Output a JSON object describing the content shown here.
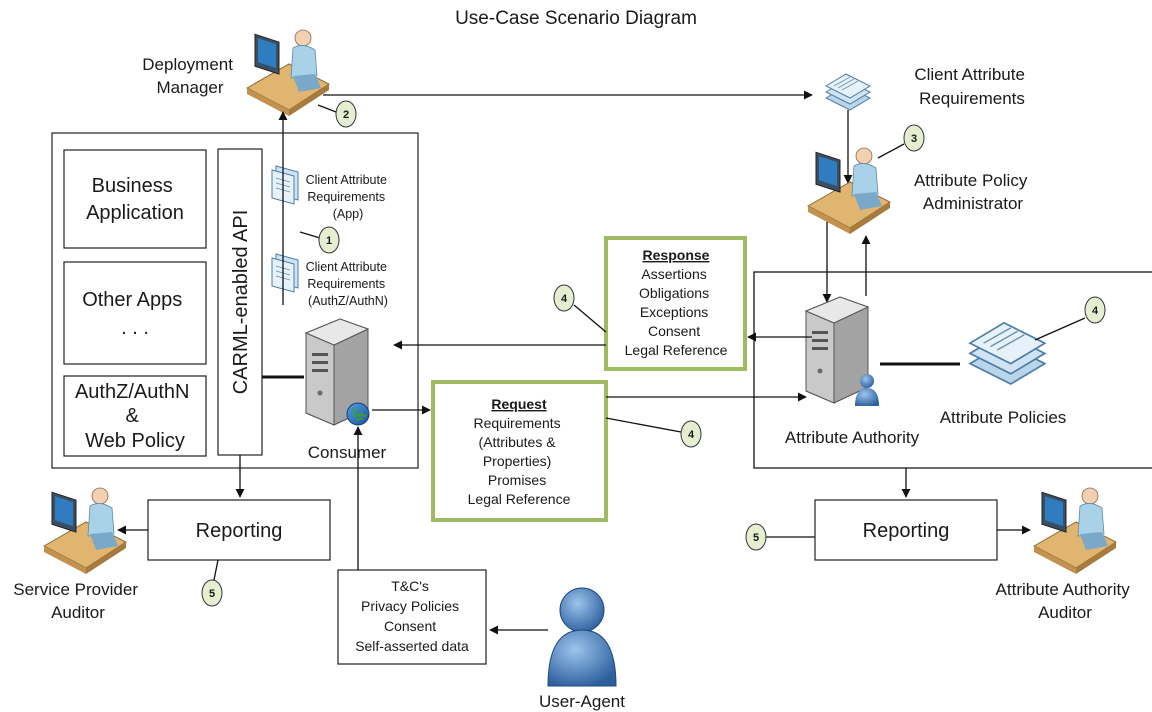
{
  "title": "Use-Case Scenario Diagram",
  "actors": {
    "deployment_manager": [
      "Deployment",
      "Manager"
    ],
    "attribute_policy_administrator": [
      "Attribute Policy",
      "Administrator"
    ],
    "service_provider_auditor": [
      "Service Provider",
      "Auditor"
    ],
    "attribute_authority_auditor": [
      "Attribute Authority",
      "Auditor"
    ],
    "user_agent": "User-Agent"
  },
  "client_attribute_requirements": [
    "Client Attribute",
    "Requirements"
  ],
  "consumer_box": {
    "business_application": [
      "Business",
      "Application"
    ],
    "other_apps": [
      "Other Apps",
      ". . ."
    ],
    "authz_web_policy": [
      "AuthZ/AuthN",
      "&",
      "Web Policy"
    ],
    "carml_api": "CARML-enabled API",
    "doc_app": [
      "Client Attribute",
      "Requirements",
      "(App)"
    ],
    "doc_authz": [
      "Client Attribute",
      "Requirements",
      "(AuthZ/AuthN)"
    ],
    "consumer_label": "Consumer"
  },
  "response": {
    "heading": "Response",
    "lines": [
      "Assertions",
      "Obligations",
      "Exceptions",
      "Consent",
      "Legal Reference"
    ]
  },
  "request": {
    "heading": "Request",
    "lines": [
      "Requirements",
      "(Attributes &",
      "Properties)",
      "Promises",
      "Legal Reference"
    ]
  },
  "attribute_authority": "Attribute Authority",
  "attribute_policies": "Attribute Policies",
  "reporting_left": "Reporting",
  "reporting_right": "Reporting",
  "terms": [
    "T&C's",
    "Privacy Policies",
    "Consent",
    "Self-asserted data"
  ],
  "step_numbers": {
    "s1": "1",
    "s2": "2",
    "s3": "3",
    "s4_response": "4",
    "s4_request": "4",
    "s4_policies": "4",
    "s5_left": "5",
    "s5_right": "5"
  },
  "colors": {
    "green_border": "#9dbb61",
    "badge_fill": "#e6eed2",
    "doc_fill": "#cfe3f3",
    "server_fill": "#d7d7d7",
    "person_blue": "#4a86c5"
  }
}
